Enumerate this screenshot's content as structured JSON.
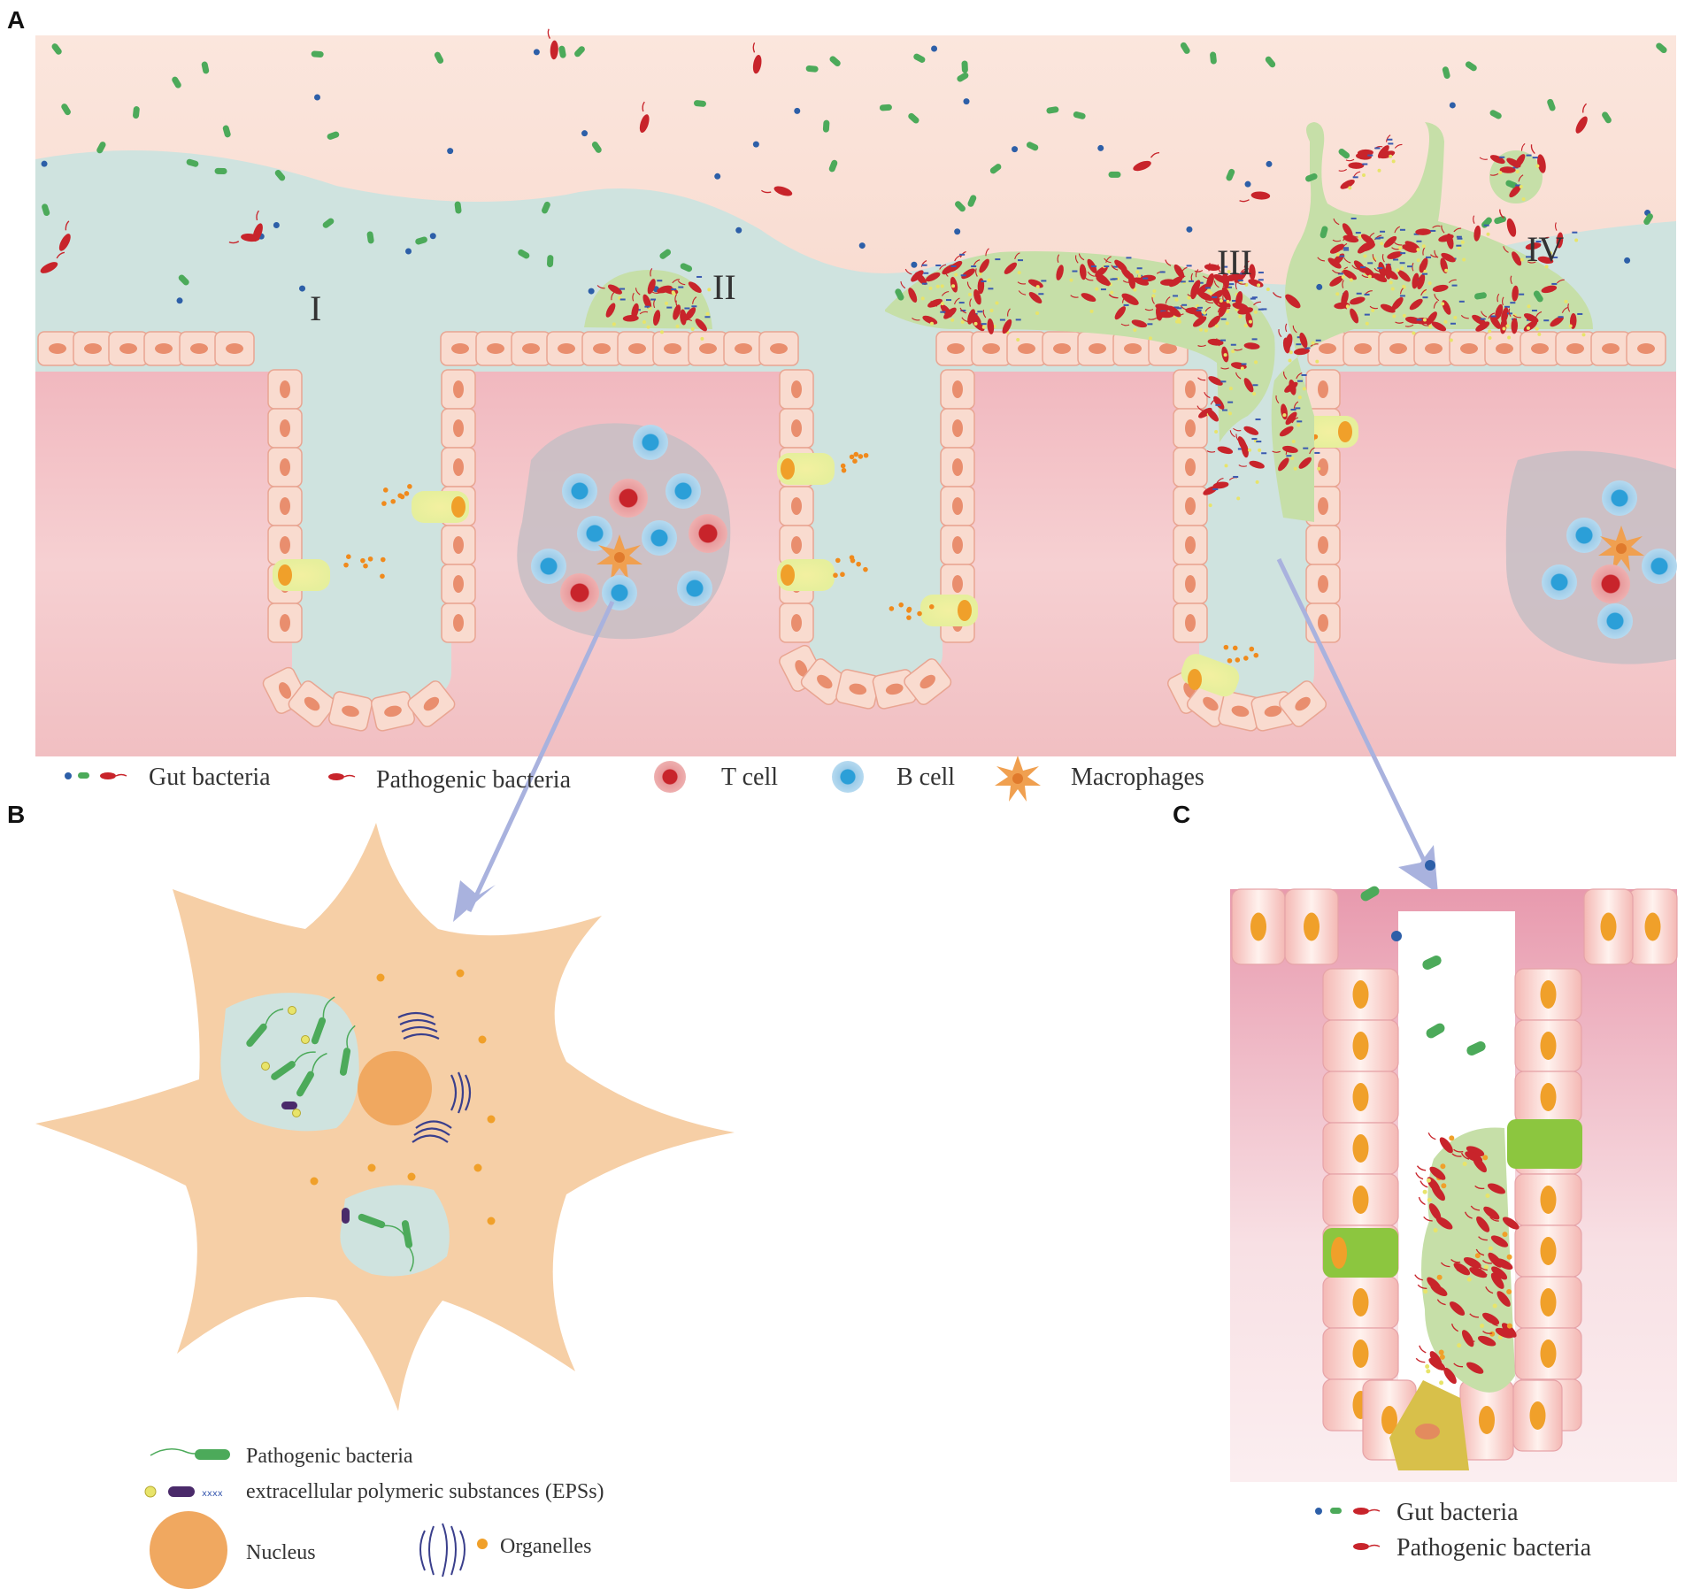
{
  "panels": {
    "a": {
      "letter": "A"
    },
    "b": {
      "letter": "B"
    },
    "c": {
      "letter": "C"
    }
  },
  "stage_labels": [
    "I",
    "II",
    "III",
    "IV"
  ],
  "legend_a": {
    "gut_bacteria": "Gut bacteria",
    "pathogenic_bacteria": "Pathogenic bacteria",
    "t_cell": "T cell",
    "b_cell": "B cell",
    "macrophages": "Macrophages"
  },
  "legend_b": {
    "pathogenic_bacteria": "Pathogenic bacteria",
    "eps": "extracellular polymeric substances (EPSs)",
    "nucleus": "Nucleus",
    "organelles": "Organelles"
  },
  "legend_c": {
    "gut_bacteria": "Gut bacteria",
    "pathogenic_bacteria": "Pathogenic bacteria"
  },
  "colors": {
    "lumen_top": "#f6cfc2",
    "mucus": "#cfe3df",
    "tissue": "#f2c4c8",
    "epithelial": "#f8d8cc",
    "nucleus_epi": "#e98e6e",
    "gut_bacteria_green": "#4caa5a",
    "gut_bacteria_blue": "#2d5fa8",
    "pathogen_red": "#c8242b",
    "biofilm": "#c6dfa8",
    "t_cell": "#c8242b",
    "b_cell": "#2b9fd8",
    "macrophage": "#f0a050",
    "macrophage_body": "#f6cfa6",
    "arrow": "#a9b2de"
  }
}
